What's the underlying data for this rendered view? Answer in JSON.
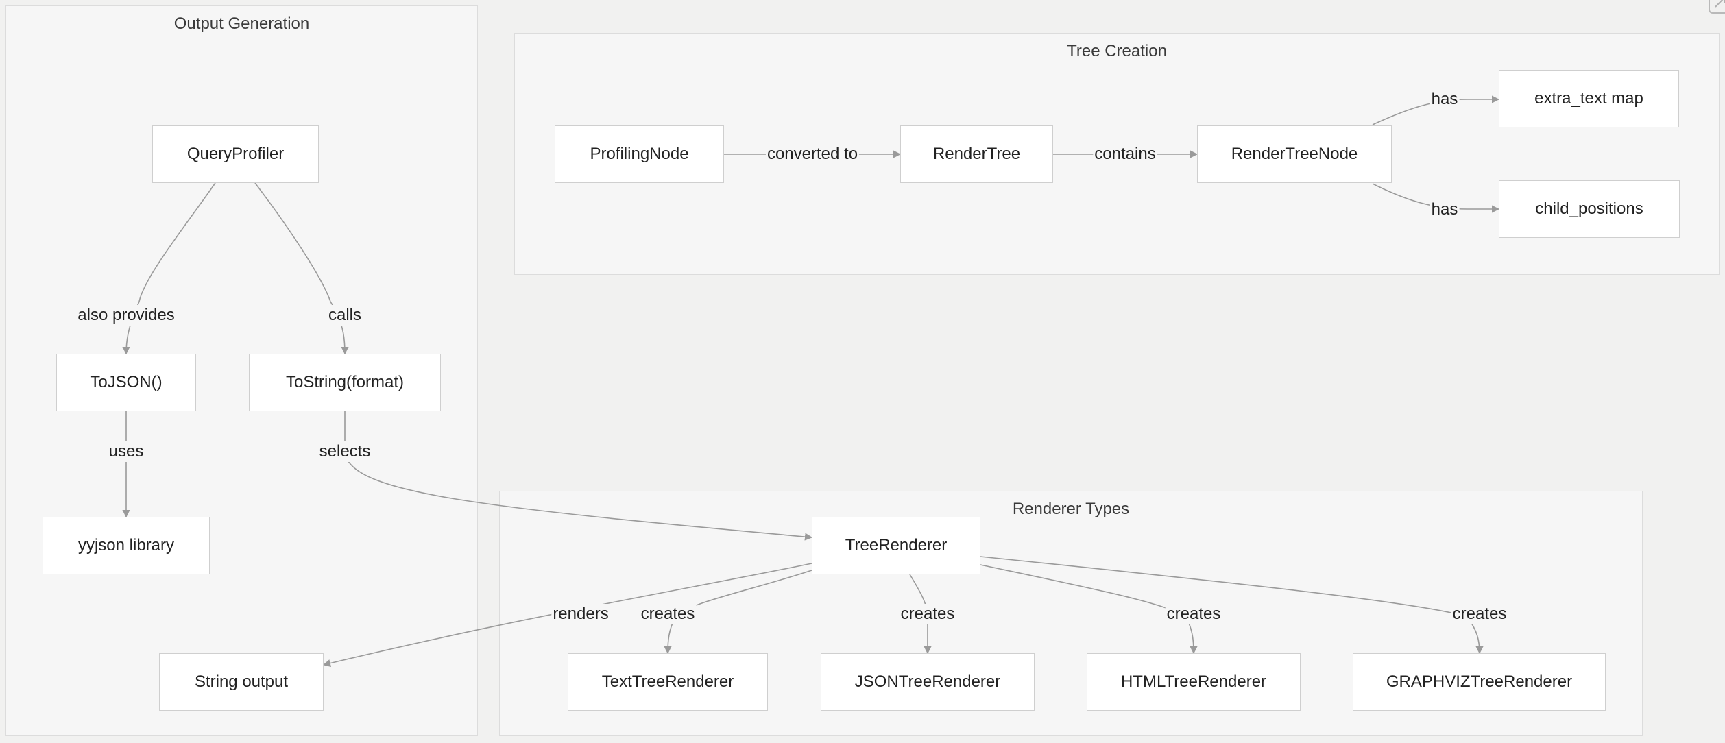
{
  "clusters": {
    "output_generation": "Output Generation",
    "tree_creation": "Tree Creation",
    "renderer_types": "Renderer Types"
  },
  "nodes": {
    "query_profiler": "QueryProfiler",
    "to_json": "ToJSON()",
    "to_string": "ToString(format)",
    "yyjson": "yyjson library",
    "string_output": "String output",
    "profiling_node": "ProfilingNode",
    "render_tree": "RenderTree",
    "render_tree_node": "RenderTreeNode",
    "extra_text_map": "extra_text map",
    "child_positions": "child_positions",
    "tree_renderer": "TreeRenderer",
    "text_tree_renderer": "TextTreeRenderer",
    "json_tree_renderer": "JSONTreeRenderer",
    "html_tree_renderer": "HTMLTreeRenderer",
    "graphviz_tree_renderer": "GRAPHVIZTreeRenderer"
  },
  "edges": {
    "also_provides": "also provides",
    "calls": "calls",
    "uses": "uses",
    "selects": "selects",
    "converted_to": "converted to",
    "contains": "contains",
    "has_extra": "has",
    "has_child": "has",
    "renders": "renders",
    "creates_text": "creates",
    "creates_json": "creates",
    "creates_html": "creates",
    "creates_graphviz": "creates"
  },
  "icons": {
    "corner": "expand-icon"
  }
}
